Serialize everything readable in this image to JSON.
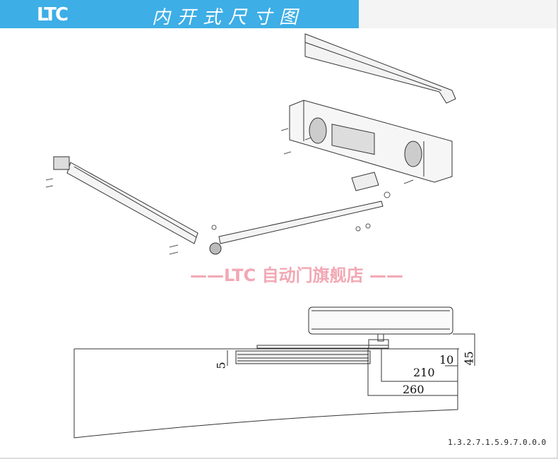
{
  "header": {
    "logo": "LTC",
    "title": "内开式尺寸图"
  },
  "watermark": "——LTC 自动门旗舰店 ——",
  "dimensions": {
    "d5": "5",
    "d10": "10",
    "d45": "45",
    "d210": "210",
    "d260": "260"
  },
  "phone": "1.3.2.7.1.5.9.7.0.0.0",
  "colors": {
    "header": "#3daee6",
    "watermark": "#f2a8b4"
  }
}
